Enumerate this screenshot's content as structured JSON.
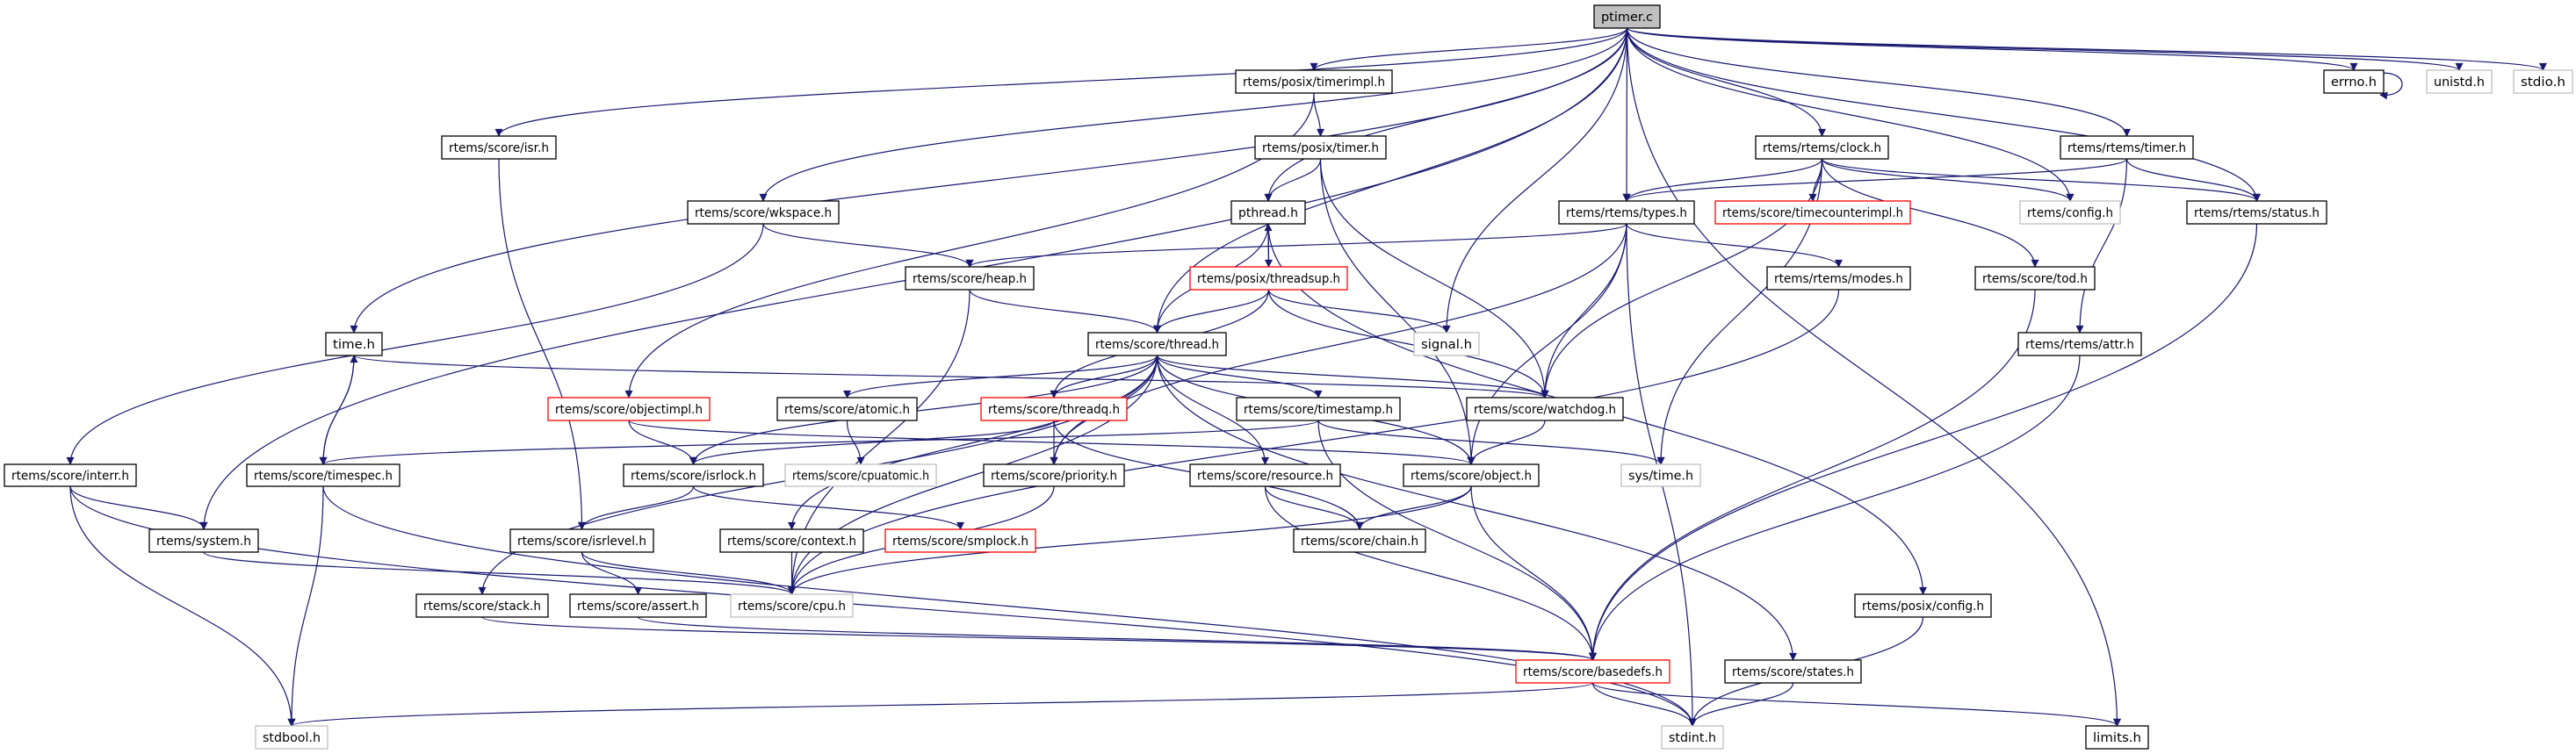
{
  "colors": {
    "edge": "#191970",
    "root_fill": "#bfbfbf",
    "incomplete_border": "#ff0000",
    "undocumented_border": "#bfbfbf",
    "documented_border": "#000000"
  },
  "nodes": [
    {
      "id": "ptimer",
      "label": "ptimer.c",
      "style": "root"
    },
    {
      "id": "timerimpl",
      "label": "rtems/posix/timerimpl.h",
      "style": "normal"
    },
    {
      "id": "errno",
      "label": "errno.h",
      "style": "normal"
    },
    {
      "id": "unistd",
      "label": "unistd.h",
      "style": "gray"
    },
    {
      "id": "stdio",
      "label": "stdio.h",
      "style": "gray"
    },
    {
      "id": "isr",
      "label": "rtems/score/isr.h",
      "style": "normal"
    },
    {
      "id": "posixtimer",
      "label": "rtems/posix/timer.h",
      "style": "normal"
    },
    {
      "id": "clock",
      "label": "rtems/rtems/clock.h",
      "style": "normal"
    },
    {
      "id": "rtimer",
      "label": "rtems/rtems/timer.h",
      "style": "normal"
    },
    {
      "id": "wkspace",
      "label": "rtems/score/wkspace.h",
      "style": "normal"
    },
    {
      "id": "pthread",
      "label": "pthread.h",
      "style": "normal"
    },
    {
      "id": "types",
      "label": "rtems/rtems/types.h",
      "style": "normal"
    },
    {
      "id": "timecounterimpl",
      "label": "rtems/score/timecounterimpl.h",
      "style": "red"
    },
    {
      "id": "config",
      "label": "rtems/config.h",
      "style": "gray"
    },
    {
      "id": "status",
      "label": "rtems/rtems/status.h",
      "style": "normal"
    },
    {
      "id": "heap",
      "label": "rtems/score/heap.h",
      "style": "normal"
    },
    {
      "id": "threadsup",
      "label": "rtems/posix/threadsup.h",
      "style": "red"
    },
    {
      "id": "modes",
      "label": "rtems/rtems/modes.h",
      "style": "normal"
    },
    {
      "id": "tod",
      "label": "rtems/score/tod.h",
      "style": "normal"
    },
    {
      "id": "time",
      "label": "time.h",
      "style": "normal"
    },
    {
      "id": "thread",
      "label": "rtems/score/thread.h",
      "style": "normal"
    },
    {
      "id": "signal",
      "label": "signal.h",
      "style": "gray"
    },
    {
      "id": "attr",
      "label": "rtems/rtems/attr.h",
      "style": "normal"
    },
    {
      "id": "objectimpl",
      "label": "rtems/score/objectimpl.h",
      "style": "red"
    },
    {
      "id": "atomic",
      "label": "rtems/score/atomic.h",
      "style": "normal"
    },
    {
      "id": "threadq",
      "label": "rtems/score/threadq.h",
      "style": "red"
    },
    {
      "id": "timestamp",
      "label": "rtems/score/timestamp.h",
      "style": "normal"
    },
    {
      "id": "watchdog",
      "label": "rtems/score/watchdog.h",
      "style": "normal"
    },
    {
      "id": "interr",
      "label": "rtems/score/interr.h",
      "style": "normal"
    },
    {
      "id": "timespec",
      "label": "rtems/score/timespec.h",
      "style": "normal"
    },
    {
      "id": "isrlock",
      "label": "rtems/score/isrlock.h",
      "style": "normal"
    },
    {
      "id": "cpuatomic",
      "label": "rtems/score/cpuatomic.h",
      "style": "gray"
    },
    {
      "id": "priority",
      "label": "rtems/score/priority.h",
      "style": "normal"
    },
    {
      "id": "resource",
      "label": "rtems/score/resource.h",
      "style": "normal"
    },
    {
      "id": "object",
      "label": "rtems/score/object.h",
      "style": "normal"
    },
    {
      "id": "systime",
      "label": "sys/time.h",
      "style": "gray"
    },
    {
      "id": "system",
      "label": "rtems/system.h",
      "style": "normal"
    },
    {
      "id": "isrlevel",
      "label": "rtems/score/isrlevel.h",
      "style": "normal"
    },
    {
      "id": "context",
      "label": "rtems/score/context.h",
      "style": "normal"
    },
    {
      "id": "smplock",
      "label": "rtems/score/smplock.h",
      "style": "red"
    },
    {
      "id": "chain",
      "label": "rtems/score/chain.h",
      "style": "normal"
    },
    {
      "id": "stack",
      "label": "rtems/score/stack.h",
      "style": "normal"
    },
    {
      "id": "assert",
      "label": "rtems/score/assert.h",
      "style": "normal"
    },
    {
      "id": "cpu",
      "label": "rtems/score/cpu.h",
      "style": "gray"
    },
    {
      "id": "posixconfig",
      "label": "rtems/posix/config.h",
      "style": "normal"
    },
    {
      "id": "basedefs",
      "label": "rtems/score/basedefs.h",
      "style": "red"
    },
    {
      "id": "states",
      "label": "rtems/score/states.h",
      "style": "normal"
    },
    {
      "id": "stdbool",
      "label": "stdbool.h",
      "style": "gray"
    },
    {
      "id": "stdint",
      "label": "stdint.h",
      "style": "gray"
    },
    {
      "id": "limits",
      "label": "limits.h",
      "style": "normal"
    }
  ],
  "edges": [
    [
      "ptimer",
      "system"
    ],
    [
      "ptimer",
      "isr"
    ],
    [
      "ptimer",
      "wkspace"
    ],
    [
      "ptimer",
      "time"
    ],
    [
      "ptimer",
      "thread"
    ],
    [
      "ptimer",
      "pthread"
    ],
    [
      "ptimer",
      "timerimpl"
    ],
    [
      "ptimer",
      "signal"
    ],
    [
      "ptimer",
      "types"
    ],
    [
      "ptimer",
      "clock"
    ],
    [
      "ptimer",
      "config"
    ],
    [
      "ptimer",
      "rtimer"
    ],
    [
      "ptimer",
      "status"
    ],
    [
      "ptimer",
      "errno"
    ],
    [
      "ptimer",
      "unistd"
    ],
    [
      "ptimer",
      "stdio"
    ],
    [
      "ptimer",
      "limits"
    ],
    [
      "errno",
      "errno"
    ],
    [
      "isr",
      "isrlevel"
    ],
    [
      "wkspace",
      "heap"
    ],
    [
      "wkspace",
      "interr"
    ],
    [
      "timerimpl",
      "posixtimer"
    ],
    [
      "timerimpl",
      "objectimpl"
    ],
    [
      "posixtimer",
      "pthread"
    ],
    [
      "posixtimer",
      "watchdog"
    ],
    [
      "posixtimer",
      "object"
    ],
    [
      "pthread",
      "threadsup"
    ],
    [
      "pthread",
      "thread"
    ],
    [
      "pthread",
      "posixconfig"
    ],
    [
      "threadsup",
      "pthread"
    ],
    [
      "threadsup",
      "thread"
    ],
    [
      "threadsup",
      "signal"
    ],
    [
      "threadsup",
      "threadq"
    ],
    [
      "threadsup",
      "watchdog"
    ],
    [
      "clock",
      "types"
    ],
    [
      "clock",
      "timecounterimpl"
    ],
    [
      "clock",
      "config"
    ],
    [
      "clock",
      "status"
    ],
    [
      "clock",
      "tod"
    ],
    [
      "clock",
      "watchdog"
    ],
    [
      "clock",
      "systime"
    ],
    [
      "rtimer",
      "types"
    ],
    [
      "rtimer",
      "status"
    ],
    [
      "rtimer",
      "attr"
    ],
    [
      "types",
      "heap"
    ],
    [
      "types",
      "watchdog"
    ],
    [
      "types",
      "modes"
    ],
    [
      "types",
      "object"
    ],
    [
      "types",
      "priority"
    ],
    [
      "types",
      "stdint"
    ],
    [
      "heap",
      "thread"
    ],
    [
      "heap",
      "cpu"
    ],
    [
      "thread",
      "isrlock"
    ],
    [
      "thread",
      "context"
    ],
    [
      "thread",
      "stack"
    ],
    [
      "thread",
      "cpu"
    ],
    [
      "thread",
      "atomic"
    ],
    [
      "thread",
      "threadq"
    ],
    [
      "thread",
      "priority"
    ],
    [
      "thread",
      "resource"
    ],
    [
      "thread",
      "object"
    ],
    [
      "thread",
      "timestamp"
    ],
    [
      "thread",
      "watchdog"
    ],
    [
      "thread",
      "states"
    ],
    [
      "time",
      "timespec"
    ],
    [
      "timespec",
      "time"
    ],
    [
      "time",
      "watchdog"
    ],
    [
      "objectimpl",
      "isrlock"
    ],
    [
      "objectimpl",
      "object"
    ],
    [
      "atomic",
      "cpuatomic"
    ],
    [
      "threadq",
      "priority"
    ],
    [
      "threadq",
      "chain"
    ],
    [
      "threadq",
      "isrlock"
    ],
    [
      "timestamp",
      "timespec"
    ],
    [
      "timestamp",
      "basedefs"
    ],
    [
      "timestamp",
      "systime"
    ],
    [
      "watchdog",
      "object"
    ],
    [
      "timespec",
      "stdbool"
    ],
    [
      "timespec",
      "stdint"
    ],
    [
      "interr",
      "system"
    ],
    [
      "interr",
      "stdbool"
    ],
    [
      "interr",
      "stdint"
    ],
    [
      "isrlock",
      "isrlevel"
    ],
    [
      "isrlock",
      "smplock"
    ],
    [
      "priority",
      "cpu"
    ],
    [
      "resource",
      "chain"
    ],
    [
      "resource",
      "basedefs"
    ],
    [
      "object",
      "chain"
    ],
    [
      "object",
      "cpu"
    ],
    [
      "object",
      "basedefs"
    ],
    [
      "system",
      "cpu"
    ],
    [
      "isrlevel",
      "assert"
    ],
    [
      "isrlevel",
      "cpu"
    ],
    [
      "context",
      "cpu"
    ],
    [
      "stack",
      "basedefs"
    ],
    [
      "assert",
      "basedefs"
    ],
    [
      "modes",
      "cpu"
    ],
    [
      "tod",
      "basedefs"
    ],
    [
      "attr",
      "basedefs"
    ],
    [
      "status",
      "basedefs"
    ],
    [
      "basedefs",
      "stdbool"
    ],
    [
      "basedefs",
      "stdint"
    ],
    [
      "basedefs",
      "limits"
    ],
    [
      "states",
      "stdint"
    ],
    [
      "posixconfig",
      "stdint"
    ]
  ]
}
